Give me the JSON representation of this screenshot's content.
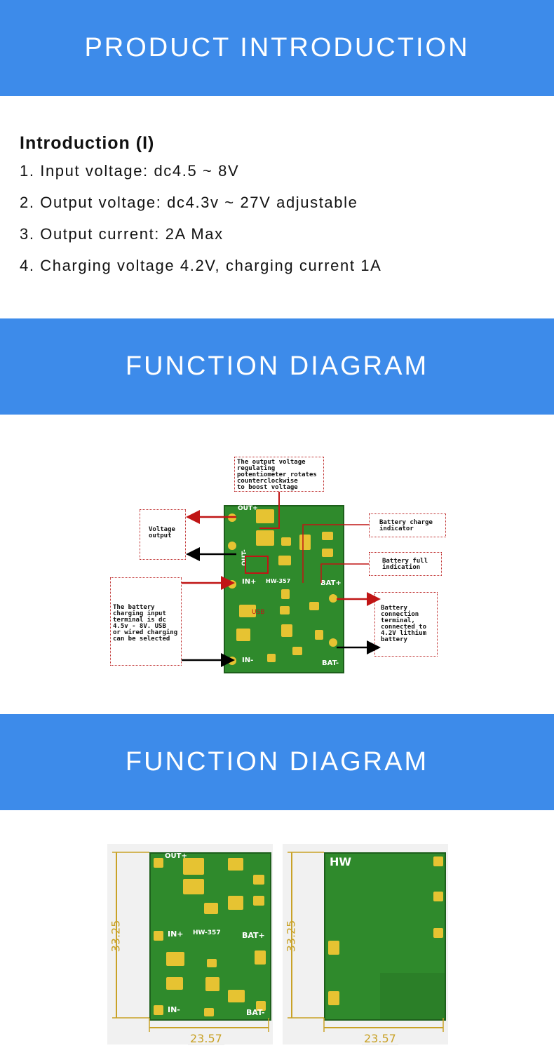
{
  "banners": {
    "product_intro": "PRODUCT INTRODUCTION",
    "function_diagram_1": "FUNCTION DIAGRAM",
    "function_diagram_2": "FUNCTION DIAGRAM"
  },
  "intro": {
    "heading": "Introduction (I)",
    "items": [
      "1. Input voltage: dc4.5 ~ 8V",
      "2. Output voltage: dc4.3v ~ 27V adjustable",
      "3. Output current: 2A Max",
      "4. Charging voltage 4.2V, charging current 1A"
    ]
  },
  "diagram": {
    "board_labels": {
      "out_plus": "OUT+",
      "out_minus": "OUT-",
      "in_plus": "IN+",
      "in_minus": "IN-",
      "bat_plus": "BAT+",
      "bat_minus": "BAT-",
      "model": "HW-357",
      "usb": "USB"
    },
    "notes": {
      "potentiometer": "The output voltage\nregulating\npotentiometer rotates\ncounterclockwise\nto boost voltage",
      "voltage_output": "Voltage\noutput",
      "charge_indicator": "Battery charge\nindicator",
      "full_indication": "Battery full\nindication",
      "charging_input": "The battery\ncharging input\nterminal is dc\n4.5v - 8V. USB\nor wired charging\ncan be selected",
      "battery_terminal": "Battery\nconnection\nterminal,\nconnected to\n4.2V lithium\nbattery"
    },
    "colors": {
      "arrow_red": "#c01515",
      "arrow_black": "#000000",
      "pcb_green": "#2f8a2c",
      "pad_gold": "#e6c332"
    }
  },
  "dimensions": {
    "height_label": "33.25",
    "width_label": "23.57",
    "back_brand": "HW"
  }
}
